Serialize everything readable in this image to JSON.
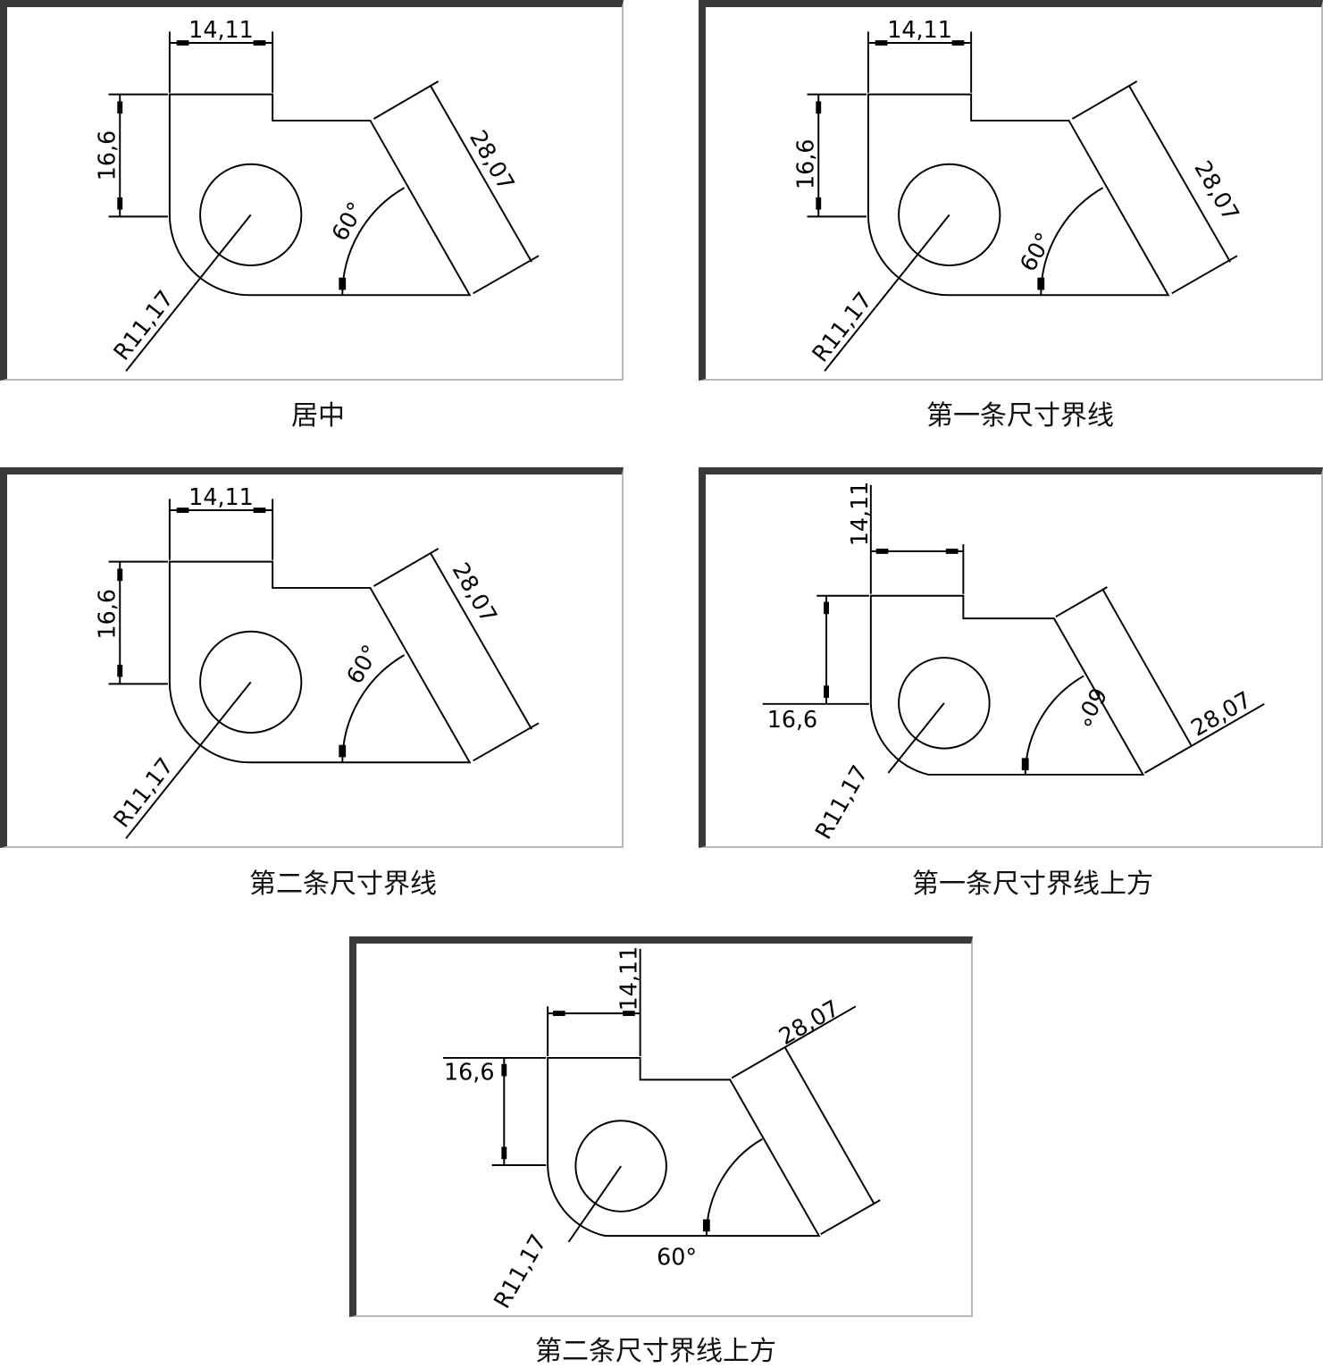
{
  "panels": [
    {
      "caption": "居中",
      "dims": {
        "width": "14,11",
        "height": "16,6",
        "slant": "28,07",
        "angle": "60°",
        "radius": "R11,17"
      }
    },
    {
      "caption": "第一条尺寸界线",
      "dims": {
        "width": "14,11",
        "height": "16,6",
        "slant": "28,07",
        "angle": "60°",
        "radius": "R11,17"
      }
    },
    {
      "caption": "第二条尺寸界线",
      "dims": {
        "width": "14,11",
        "height": "16,6",
        "slant": "28,07",
        "angle": "60°",
        "radius": "R11,17"
      }
    },
    {
      "caption": "第一条尺寸界线上方",
      "dims": {
        "width": "14,11",
        "height": "16,6",
        "slant": "28,07",
        "angle": "60°",
        "radius": "R11,17"
      }
    },
    {
      "caption": "第二条尺寸界线上方",
      "dims": {
        "width": "14,11",
        "height": "16,6",
        "slant": "28,07",
        "angle": "60°",
        "radius": "R11,17"
      }
    }
  ]
}
